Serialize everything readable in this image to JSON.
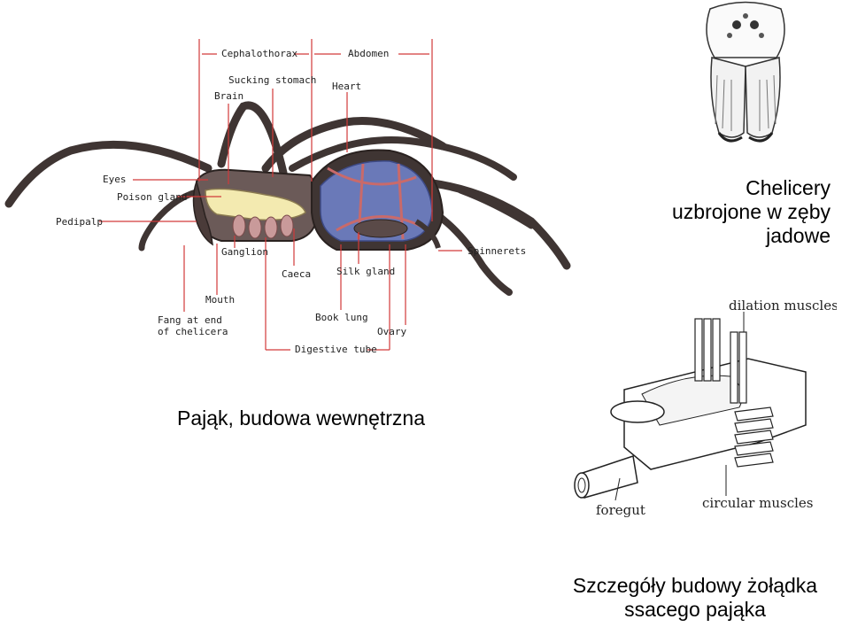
{
  "spider_diagram": {
    "labels": {
      "cephalothorax": "Cephalothorax",
      "abdomen": "Abdomen",
      "sucking_stomach": "Sucking stomach",
      "brain": "Brain",
      "heart": "Heart",
      "eyes": "Eyes",
      "poison_gland": "Poison gland",
      "pedipalp": "Pedipalp",
      "ganglion": "Ganglion",
      "caeca": "Caeca",
      "silk_gland": "Silk gland",
      "spinnerets": "Spinnerets",
      "mouth": "Mouth",
      "fang_line1": "Fang at end",
      "fang_line2": "of chelicera",
      "book_lung": "Book lung",
      "ovary": "Ovary",
      "digestive_tube": "Digestive tube"
    },
    "caption": "Pająk, budowa wewnętrzna"
  },
  "chelicerae": {
    "caption_lines": [
      "Chelicery",
      "uzbrojone w zęby",
      "jadowe"
    ]
  },
  "stomach_diagram": {
    "labels": {
      "dilation_muscles": "dilation muscles",
      "foregut": "foregut",
      "circular_muscles": "circular muscles"
    },
    "caption_lines": [
      "Szczegóły budowy żołądka",
      "ssacego pająka"
    ]
  },
  "colors": {
    "leader_line": "#d23a3a",
    "abdomen_fill": "#6a79b8",
    "body_dark": "#3f3533",
    "gland_fill": "#f3eab0"
  }
}
